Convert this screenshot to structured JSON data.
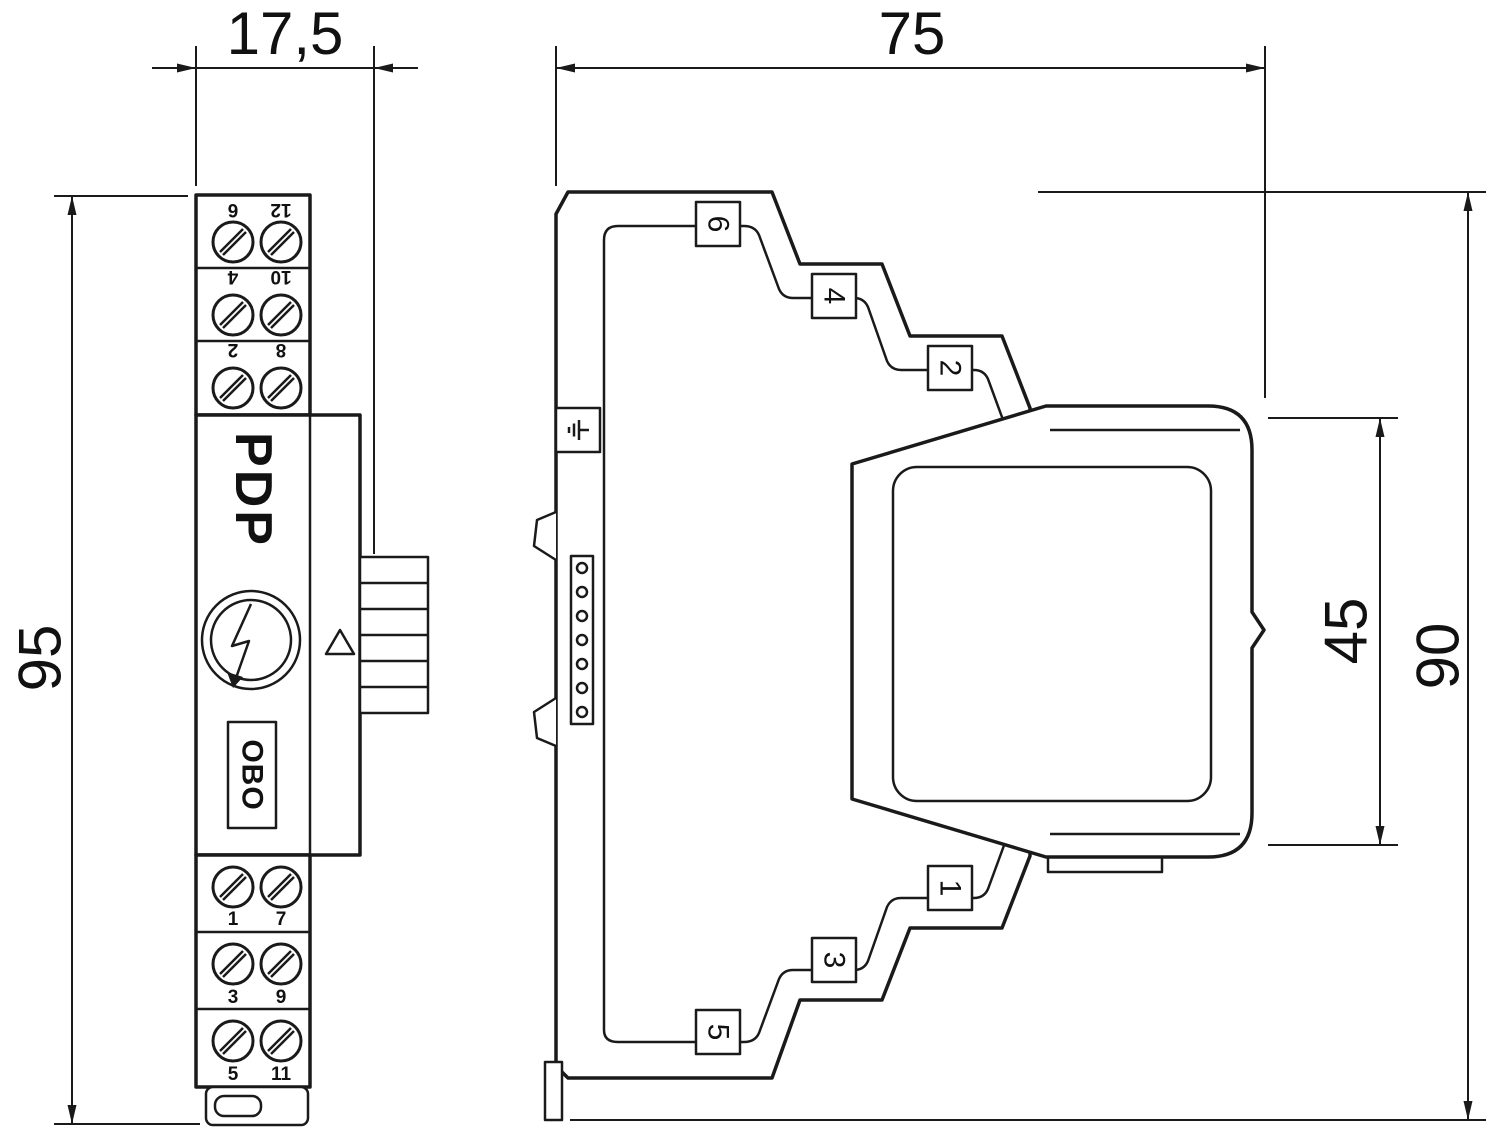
{
  "drawing": {
    "dimensions": {
      "front_width": "17,5",
      "side_width": "75",
      "front_height": "95",
      "module_height": "45",
      "side_height": "90"
    },
    "front_view": {
      "product": "PDP",
      "brand": "OBO",
      "top_terminals": [
        "6",
        "12",
        "4",
        "10",
        "2",
        "8"
      ],
      "bottom_terminals": [
        "1",
        "7",
        "3",
        "9",
        "5",
        "11"
      ]
    },
    "side_view": {
      "top_labels": [
        "6",
        "4",
        "2"
      ],
      "bottom_labels": [
        "1",
        "3",
        "5"
      ],
      "earth_icon": "⏚"
    }
  }
}
